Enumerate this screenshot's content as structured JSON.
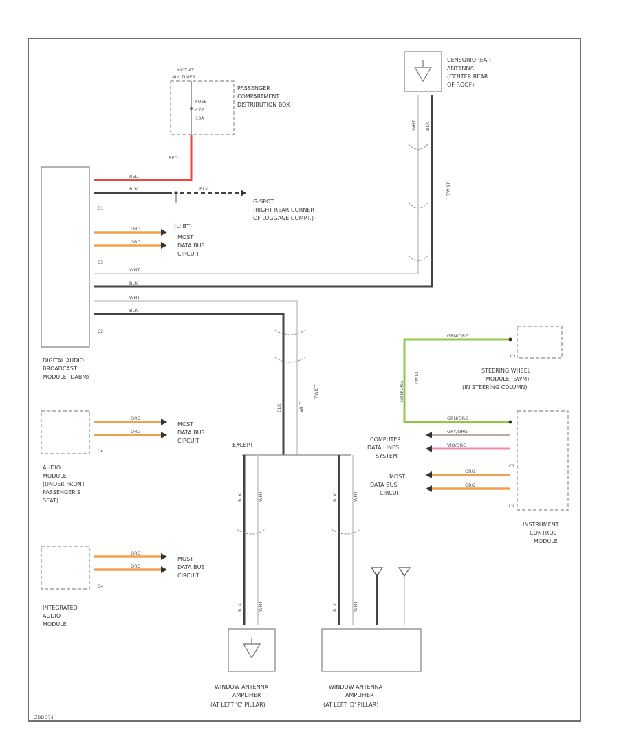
{
  "diagram": {
    "figure_id": "ZDDD74",
    "fuse_box": {
      "hot_at": "HOT AT",
      "hot_at_2": "ALL TIMES",
      "fuse": "FUSE",
      "fuse_id": "C77",
      "fuse_amps": "10A",
      "name": [
        "PASSENGER",
        "COMPARTMENT",
        "DISTRIBUTION BOX"
      ]
    },
    "rear_antenna": [
      "CENSORIOREAR",
      "ANTENNA",
      "(CENTER REAR",
      "OF ROOF)"
    ],
    "dab_module": [
      "DIGITAL AUDIO",
      "BROADCAST",
      "MODULE (DABM)"
    ],
    "ground": [
      "G-SPOT",
      "(RIGHT REAR CORNER",
      "OF LUGGAGE COMPT.)"
    ],
    "most_1": [
      "(LI BT)",
      "MOST",
      "DATA BUS",
      "CIRCUIT"
    ],
    "most_2": [
      "MOST",
      "DATA BUS",
      "CIRCUIT"
    ],
    "most_3": [
      "MOST",
      "DATA BUS",
      "CIRCUIT"
    ],
    "most_4": [
      "MOST",
      "DATA BUS",
      "CIRCUIT"
    ],
    "audio_module": [
      "AUDIO",
      "MODULE",
      "(UNDER FRONT",
      "PASSENGER'S",
      "SEAT)"
    ],
    "integrated_audio": [
      "INTEGRATED",
      "AUDIO",
      "MODULE"
    ],
    "steering_module": [
      "STEERING WHEEL",
      "MODULE (SWM)",
      "(IN STEERING COLUMN)"
    ],
    "instrument_module": [
      "INSTRUMENT",
      "CONTROL",
      "MODULE"
    ],
    "data_lines": [
      "COMPUTER",
      "DATA LINES",
      "SYSTEM"
    ],
    "except": "EXCEPT",
    "twisted": "TWIST",
    "amp_left": [
      "WINDOW ANTENNA",
      "AMPLIFIER",
      "(AT LEFT 'C' PILLAR)"
    ],
    "amp_right": [
      "WINDOW ANTENNA",
      "AMPLIFIER",
      "(AT LEFT 'D' PILLAR)"
    ],
    "connectors": {
      "c1": "C1",
      "c2": "C2",
      "c3": "C3",
      "c4": "C4"
    },
    "wires": {
      "red": "RED",
      "blk": "BLK",
      "org": "ORG",
      "wht": "WHT",
      "gry_org": "GRY/ORG",
      "vio_org": "VIO/ORG",
      "grn_org": "GRN/ORG"
    },
    "colors": {
      "orange": "#f0a050",
      "red": "#ee4444",
      "black": "#444444",
      "white": "#c8c8c8",
      "green": "#8bcc44",
      "gray": "#b8b0a0",
      "pink": "#f08cb4"
    }
  }
}
